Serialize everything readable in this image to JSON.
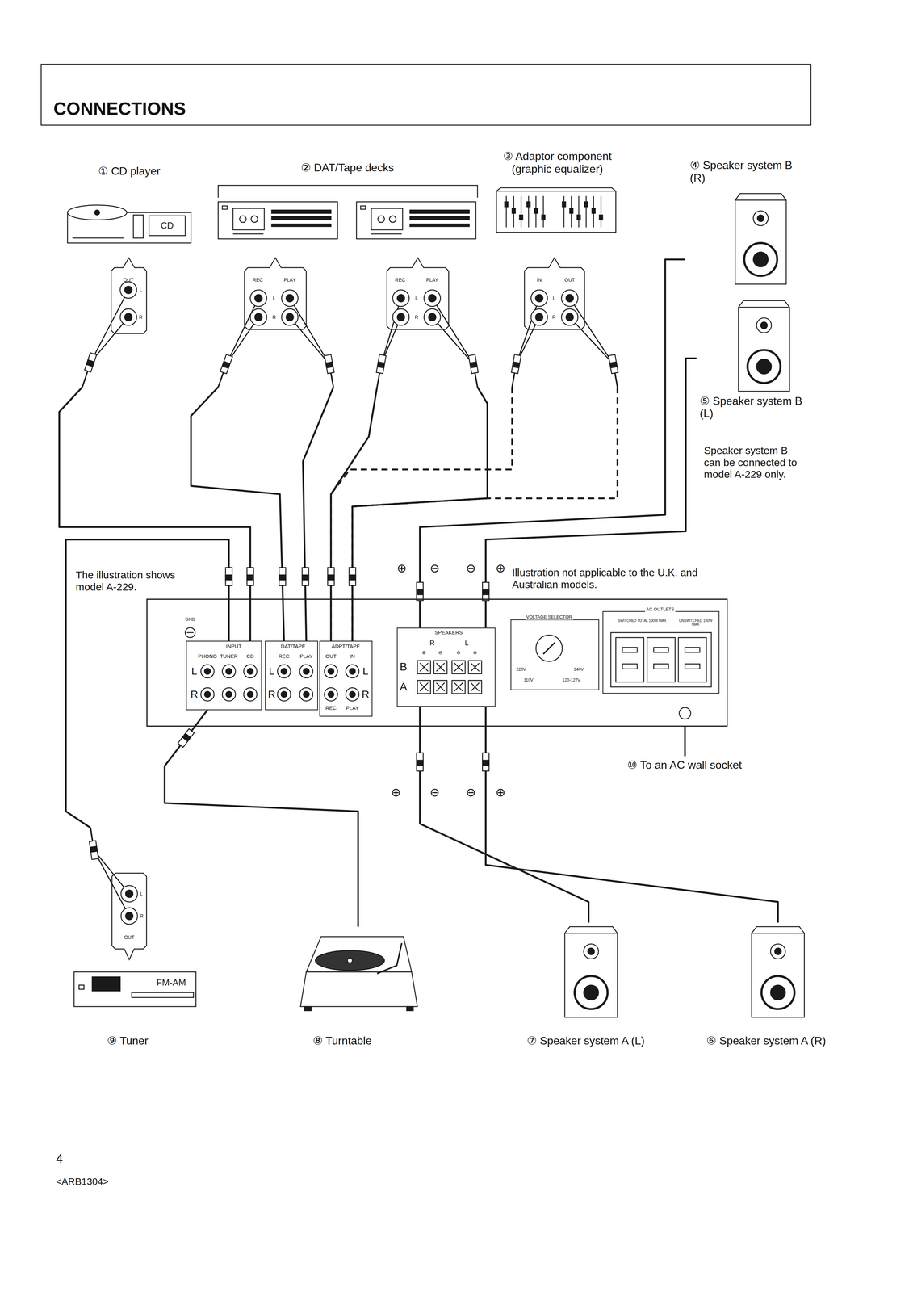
{
  "diagram": {
    "title": "CONNECTIONS",
    "nodes": [
      {
        "text": [
          "① CD player"
        ]
      },
      {
        "text": [
          "② DAT/Tape decks"
        ]
      },
      {
        "text": [
          "③ Adaptor component (graphic equalizer)"
        ]
      },
      {
        "text": [
          "④ Speaker system B (R)"
        ]
      },
      {
        "text": [
          "⑤ Speaker system B (L)"
        ]
      },
      {
        "text": [
          "The illustration shows model A-229."
        ]
      },
      {
        "text": [
          "INPUT",
          "PHONO",
          "TUNER",
          "CD"
        ],
        "in": 5
      },
      {
        "text": [
          "DAT/TAPE",
          "REC",
          "PLAY"
        ],
        "in": 5
      },
      {
        "text": [
          "ADPT/TAPE",
          "OUT",
          "IN",
          "REC",
          "PLAY"
        ],
        "in": 5
      },
      {
        "text": [
          "SPEAKERS",
          "R",
          "L",
          "B",
          "A"
        ],
        "in": 5
      },
      {
        "text": [
          "VOLTAGE SELECTOR",
          "220V",
          "240V",
          "110V",
          "120-127V"
        ],
        "in": 5
      },
      {
        "text": [
          "AC OUTLETS",
          "SWITCHED TOTAL 100W MAX",
          "UNSWITCHED 100W MAX"
        ],
        "in": 5
      },
      {
        "text": [
          "⑨ Tuner"
        ]
      },
      {
        "text": [
          "⑧ Turntable"
        ]
      },
      {
        "text": [
          "⑦ Speaker system A (L)"
        ]
      },
      {
        "text": [
          "⑥ Speaker system A (R)"
        ]
      },
      {
        "text": [
          "⑩ To an AC wall socket"
        ]
      }
    ],
    "edges": [
      {
        "from": 0,
        "to": 6,
        "arrow": "none"
      },
      {
        "from": 1,
        "to": 7,
        "arrow": "none"
      },
      {
        "from": 1,
        "to": 7,
        "arrow": "none"
      },
      {
        "from": 1,
        "to": 8,
        "arrow": "none"
      },
      {
        "from": 1,
        "to": 8,
        "arrow": "none"
      },
      {
        "from": 2,
        "to": 8,
        "arrow": "none"
      },
      {
        "from": 2,
        "to": 8,
        "arrow": "none"
      },
      {
        "from": 3,
        "to": 9,
        "arrow": "none"
      },
      {
        "from": 4,
        "to": 9,
        "arrow": "none"
      },
      {
        "from": 9,
        "to": 14,
        "arrow": "none"
      },
      {
        "from": 9,
        "to": 15,
        "arrow": "none"
      },
      {
        "from": 12,
        "to": 6,
        "arrow": "none"
      },
      {
        "from": 13,
        "to": 6,
        "arrow": "none"
      },
      {
        "from": 5,
        "to": 16,
        "arrow": "none"
      }
    ],
    "labels": [
      "CD",
      "OUT",
      "L",
      "R",
      "REC",
      "PLAY",
      "L",
      "R",
      "REC",
      "PLAY",
      "L",
      "R",
      "IN",
      "OUT",
      "L",
      "R",
      "Speaker system B can be connected to model A-229 only.",
      "⊕",
      "⊖",
      "⊖",
      "⊕",
      "Illustration not applicable to the U.K. and Australian models.",
      "GND",
      "L",
      "R",
      "L",
      "R",
      "L",
      "R",
      "⊕",
      "⊖",
      "⊖",
      "⊕",
      "⊕",
      "⊖",
      "⊖",
      "⊕",
      "L",
      "R",
      "OUT",
      "FM-AM",
      "4",
      "<ARB1304>"
    ]
  }
}
